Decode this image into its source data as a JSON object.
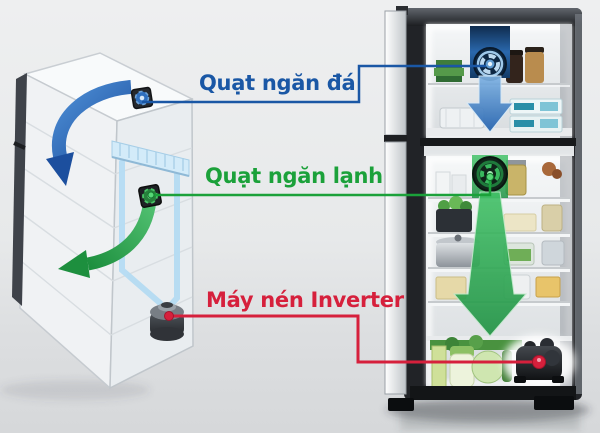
{
  "labels": {
    "freezer_fan": {
      "text": "Quạt ngăn đá"
    },
    "cold_fan": {
      "text": "Quạt ngăn lạnh"
    },
    "compressor": {
      "text": "Máy nén Inverter"
    }
  },
  "colors": {
    "freezer_fan_accent": "#1a57a5",
    "cold_fan_accent": "#1ba13a",
    "compressor_accent": "#d6203c",
    "freezer_airflow": "#2b6cb8",
    "cold_airflow": "#2aa64d",
    "evaporator": "#cfe9f8",
    "pipe": "#b5dcf3",
    "background": "#e9ebec"
  },
  "icons": {
    "freezer_fan": "fan-icon",
    "cold_fan": "fan-icon",
    "compressor": "compressor-icon",
    "freezer_airflow": "arrow-down-icon",
    "cold_airflow": "curved-arrow-icon"
  }
}
